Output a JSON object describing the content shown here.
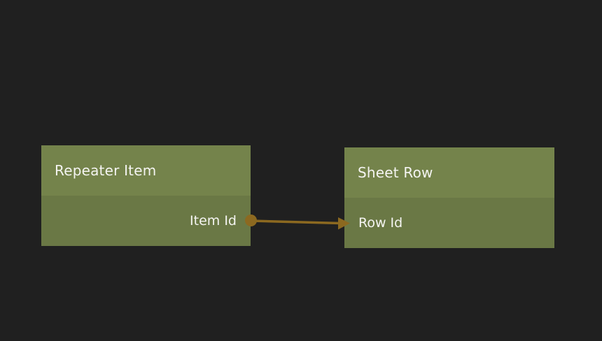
{
  "editor": {
    "background_color": "#202020",
    "node_header_color": "#74834b",
    "node_body_color": "#6a7845",
    "node_text_color": "#f4f4f1",
    "wire_color": "#8c6920"
  },
  "nodes": [
    {
      "id": "repeater-item",
      "title": "Repeater Item",
      "ports": [
        {
          "label": "Item Id",
          "direction": "output"
        }
      ]
    },
    {
      "id": "sheet-row",
      "title": "Sheet Row",
      "ports": [
        {
          "label": "Row Id",
          "direction": "input"
        }
      ]
    }
  ],
  "connection": {
    "from_node": "Repeater Item",
    "from_port": "Item Id",
    "to_node": "Sheet Row",
    "to_port": "Row Id",
    "color": "#8c6920"
  }
}
